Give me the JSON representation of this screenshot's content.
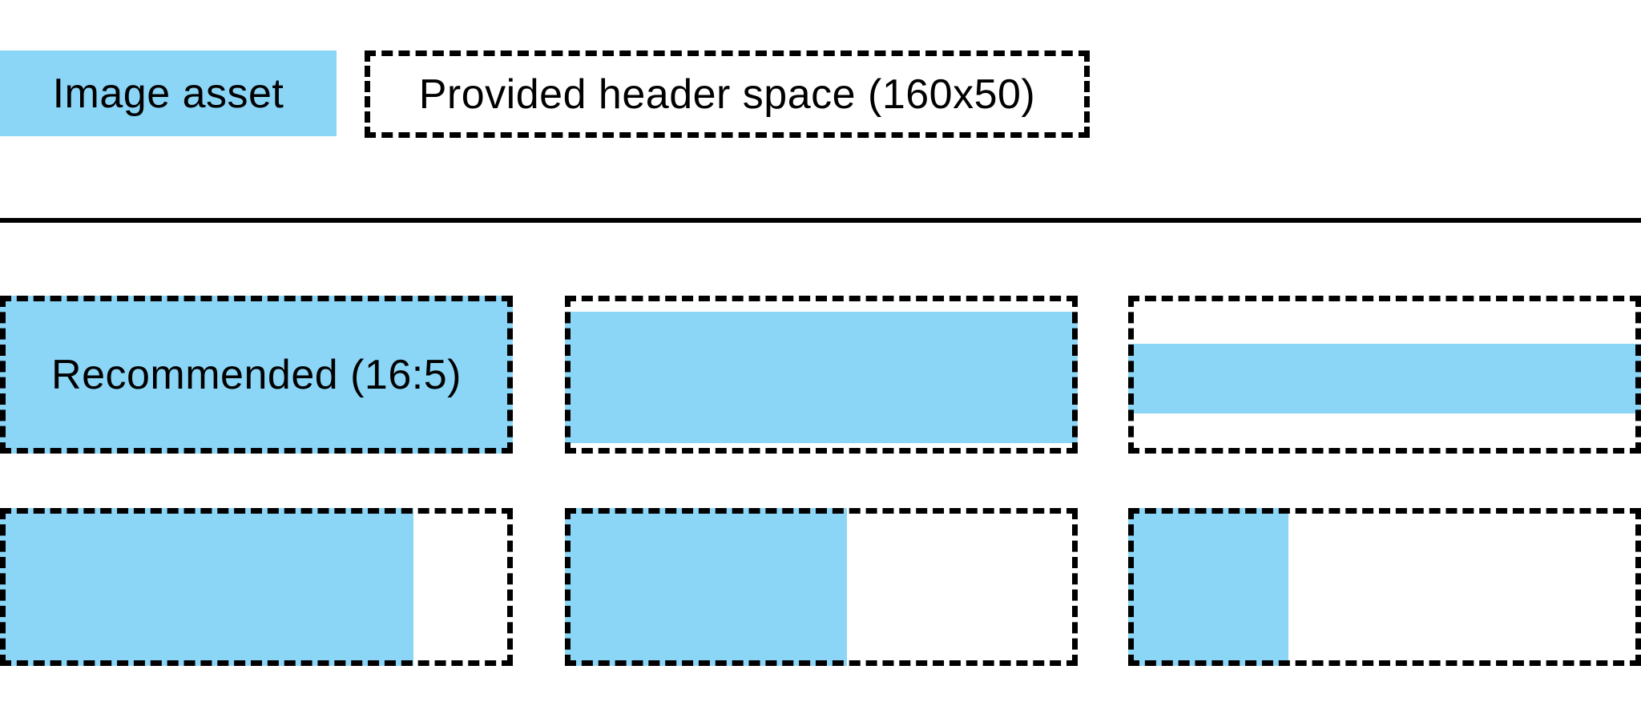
{
  "colors": {
    "image_asset_blue": "#8BD5F6",
    "line_black": "#000000"
  },
  "legend": {
    "image_asset_label": "Image asset",
    "header_space_label": "Provided header space (160x50)"
  },
  "examples": {
    "recommended": {
      "label": "Recommended (16:5)",
      "fill": "left:0;right:0;top:0;bottom:0;"
    },
    "wide_letterbox": {
      "fill": "left:0;right:0;top:20px;bottom:13px;"
    },
    "wider_letterbox": {
      "fill": "left:0;right:0;top:60px;bottom:50px;"
    },
    "tall_pillarbox_large": {
      "fill": "left:0;top:0;bottom:0;width:516px;"
    },
    "tall_pillarbox_medium": {
      "fill": "left:0;top:0;bottom:0;width:352px;"
    },
    "tall_pillarbox_small": {
      "fill": "left:0;top:0;bottom:0;width:200px;"
    }
  }
}
